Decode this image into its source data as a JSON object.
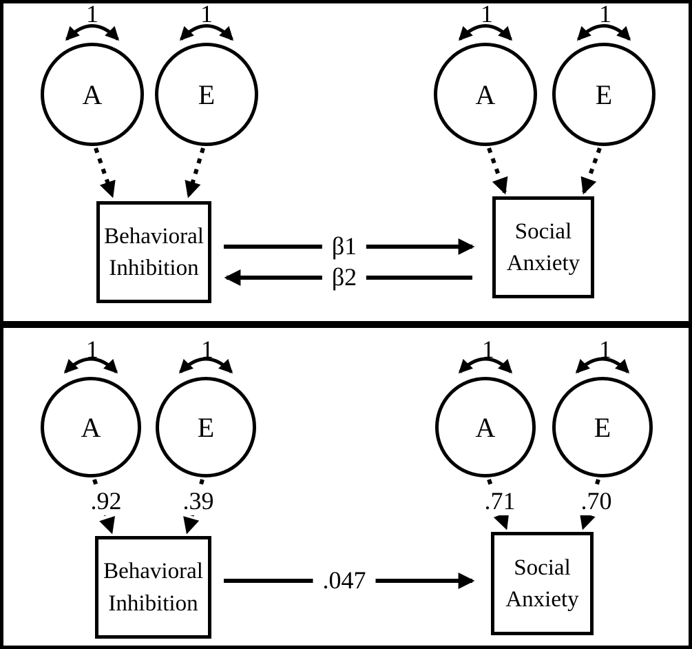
{
  "figure": {
    "description_visible_text_only": "",
    "colors": {
      "ink": "#000000",
      "paper": "#ffffff"
    }
  },
  "top_panel": {
    "bi_unit": {
      "a_label": "A",
      "e_label": "E",
      "a_variance": "1",
      "e_variance": "1",
      "box_line1": "Behavioral",
      "box_line2": "Inhibition"
    },
    "sa_unit": {
      "a_label": "A",
      "e_label": "E",
      "a_variance": "1",
      "e_variance": "1",
      "box_line1": "Social",
      "box_line2": "Anxiety"
    },
    "path_bi_to_sa": "β1",
    "path_sa_to_bi": "β2"
  },
  "bottom_panel": {
    "bi_unit": {
      "a_label": "A",
      "e_label": "E",
      "a_variance": "1",
      "e_variance": "1",
      "a_loading": ".92",
      "e_loading": ".39",
      "box_line1": "Behavioral",
      "box_line2": "Inhibition"
    },
    "sa_unit": {
      "a_label": "A",
      "e_label": "E",
      "a_variance": "1",
      "e_variance": "1",
      "a_loading": ".71",
      "e_loading": ".70",
      "box_line1": "Social",
      "box_line2": "Anxiety"
    },
    "path_bi_to_sa": ".047"
  }
}
